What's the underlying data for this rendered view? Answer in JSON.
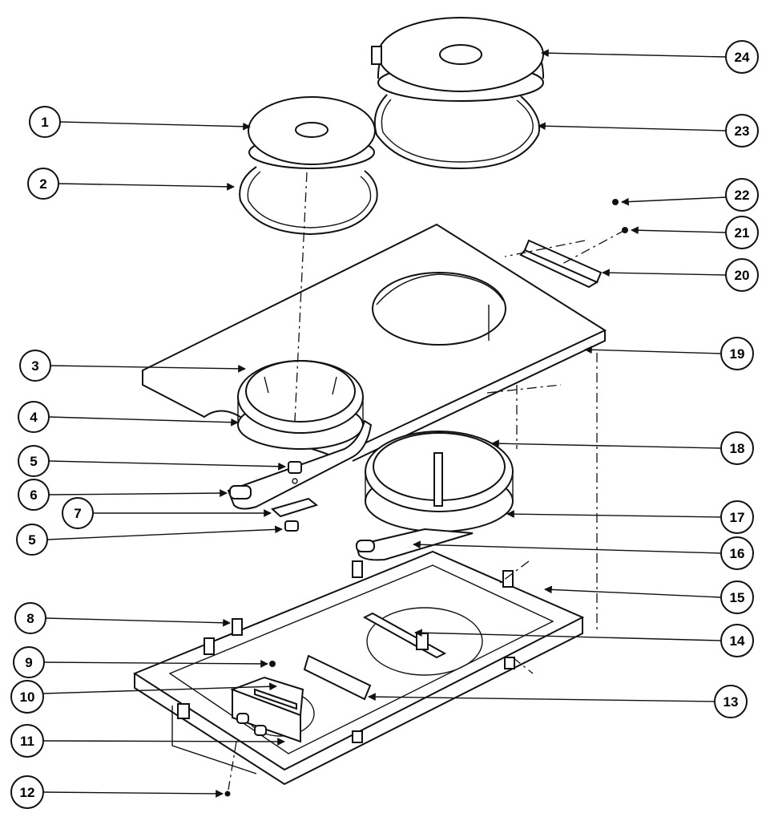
{
  "callouts": {
    "c1": "1",
    "c2": "2",
    "c3": "3",
    "c4": "4",
    "c5a": "5",
    "c6": "6",
    "c7": "7",
    "c5b": "5",
    "c8": "8",
    "c9": "9",
    "c10": "10",
    "c11": "11",
    "c12": "12",
    "c13": "13",
    "c14": "14",
    "c15": "15",
    "c16": "16",
    "c17": "17",
    "c18": "18",
    "c19": "19",
    "c20": "20",
    "c21": "21",
    "c22": "22",
    "c23": "23",
    "c24": "24"
  }
}
